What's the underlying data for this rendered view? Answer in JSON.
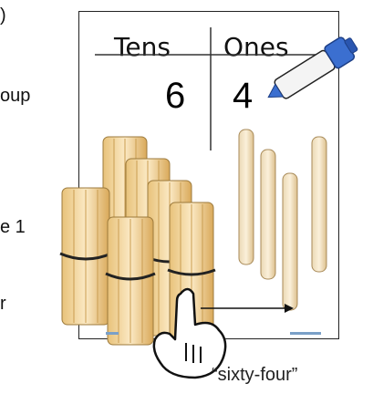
{
  "left_margin_fragments": [
    ")",
    "oup",
    "e 1",
    "r"
  ],
  "place_value_chart": {
    "header_tens": "Tens",
    "header_ones": "Ones",
    "tens_digit": "6",
    "ones_digit": "4",
    "value": 64
  },
  "caption": "“sixty-four”",
  "colors": {
    "stick_fill": "#f6dfae",
    "stick_shade": "#e6b062",
    "marker_cap": "#3b6fd0",
    "band": "#222222"
  },
  "icons": [
    "marker-icon",
    "pointing-hand-icon",
    "arrow-icon"
  ]
}
